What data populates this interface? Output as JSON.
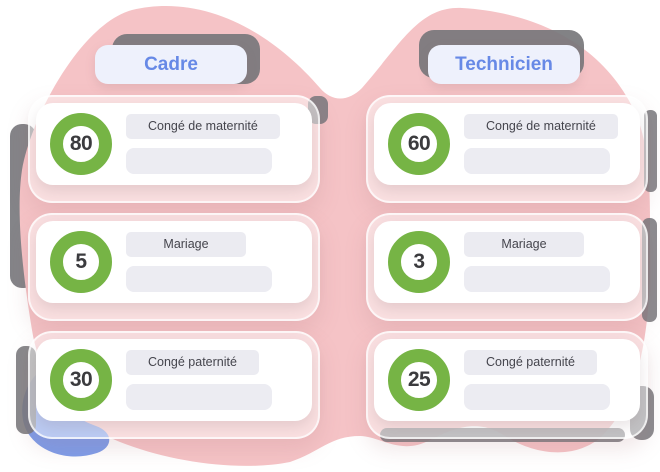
{
  "columns": [
    {
      "header": "Cadre",
      "cards": [
        {
          "value": "80",
          "label": "Congé de maternité"
        },
        {
          "value": "5",
          "label": "Mariage"
        },
        {
          "value": "30",
          "label": "Congé paternité"
        }
      ]
    },
    {
      "header": "Technicien",
      "cards": [
        {
          "value": "60",
          "label": "Congé de maternité"
        },
        {
          "value": "3",
          "label": "Mariage"
        },
        {
          "value": "25",
          "label": "Congé paternité"
        }
      ]
    }
  ],
  "colors": {
    "pink_blob": "#f5c3c6",
    "blue_blob": "#7d9ce9",
    "shadow_gray": "#77777b",
    "green_ring": "#76b445",
    "header_bg": "#eef1fc",
    "header_text": "#6789e6",
    "label_bg": "#ebebf1",
    "label_text": "#45454d",
    "bar_bg": "#ececf2",
    "value_text": "#3b3b3e",
    "card_bg": "#ffffff"
  }
}
